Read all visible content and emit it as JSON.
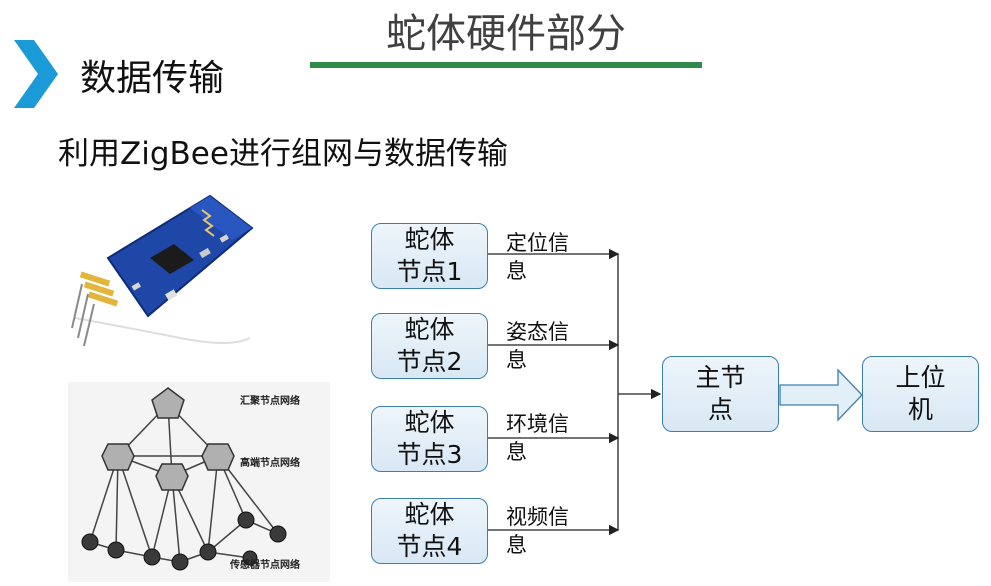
{
  "page_title": "蛇体硬件部分",
  "section_heading": "数据传输",
  "subtitle": "利用ZigBee进行组网与数据传输",
  "topology": {
    "labels": [
      "汇聚节点网络",
      "高端节点网络",
      "传感器节点网络"
    ]
  },
  "nodes": [
    {
      "line1": "蛇体",
      "line2": "节点1",
      "info1": "定位信",
      "info2": "息"
    },
    {
      "line1": "蛇体",
      "line2": "节点2",
      "info1": "姿态信",
      "info2": "息"
    },
    {
      "line1": "蛇体",
      "line2": "节点3",
      "info1": "环境信",
      "info2": "息"
    },
    {
      "line1": "蛇体",
      "line2": "节点4",
      "info1": "视频信",
      "info2": "息"
    }
  ],
  "main_node": {
    "line1": "主节",
    "line2": "点"
  },
  "host_node": {
    "line1": "上位",
    "line2": "机"
  },
  "colors": {
    "accent_green": "#2e8b4a",
    "chevron_blue": "#1a9ad6",
    "node_border": "#3b7fb0"
  }
}
